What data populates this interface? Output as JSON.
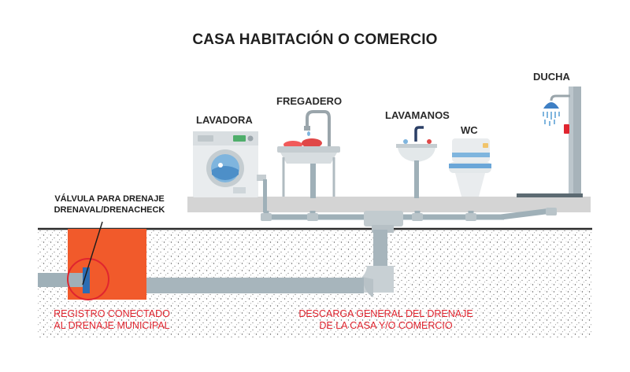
{
  "title": "CASA HABITACIÓN O COMERCIO",
  "fixtures": {
    "lavadora": "LAVADORA",
    "fregadero": "FREGADERO",
    "lavamanos": "LAVAMANOS",
    "wc": "WC",
    "ducha": "DUCHA"
  },
  "valve_note": {
    "line1": "VÁLVULA PARA DRENAJE",
    "line2": "DRENAVAL/DRENACHECK"
  },
  "registro_note": {
    "line1": "REGISTRO CONECTADO",
    "line2": "AL DRENAJE MUNICIPAL"
  },
  "descarga_note": {
    "line1": "DESCARGA GENERAL DEL DRENAJE",
    "line2": "DE LA CASA Y/O COMERCIO"
  },
  "colors": {
    "pipe": "#9fb0b8",
    "registro": "#f15a2b",
    "valve": "#2b6cb3",
    "annotation": "#e0252f",
    "floor": "#d4d4d4"
  }
}
